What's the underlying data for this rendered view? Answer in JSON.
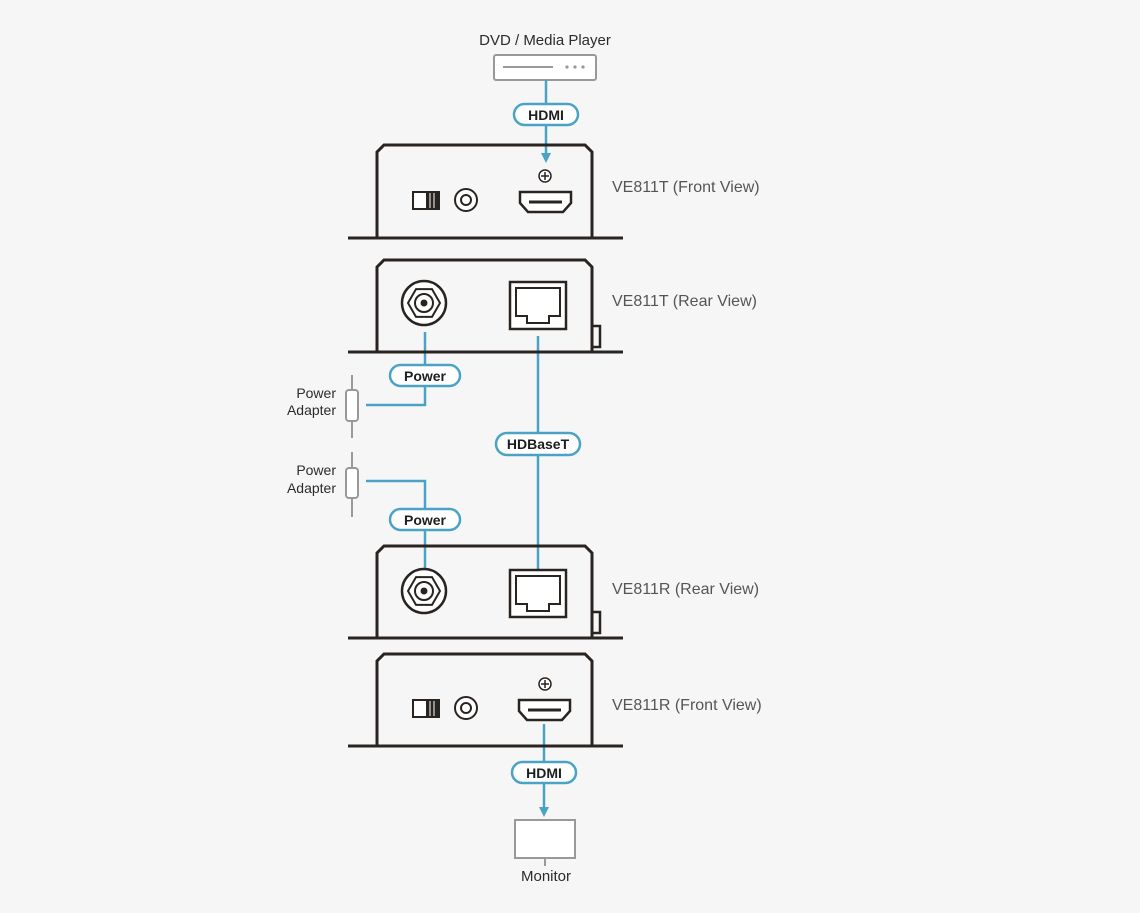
{
  "source": {
    "label": "DVD / Media Player"
  },
  "sink": {
    "label": "Monitor"
  },
  "devices": {
    "tx_front": "VE811T (Front View)",
    "tx_rear": "VE811T (Rear View)",
    "rx_rear": "VE811R (Rear View)",
    "rx_front": "VE811R (Front View)"
  },
  "connections": {
    "hdmi_in": "HDMI",
    "power_tx": "Power",
    "hdbaset": "HDBaseT",
    "power_rx": "Power",
    "hdmi_out": "HDMI"
  },
  "adapters": {
    "tx_line1": "Power",
    "tx_line2": "Adapter",
    "rx_line1": "Power",
    "rx_line2": "Adapter"
  },
  "colors": {
    "cable": "#4aa3c4",
    "device_outline": "#2a2421",
    "peripheral": "#999999",
    "background": "#f6f6f6"
  }
}
